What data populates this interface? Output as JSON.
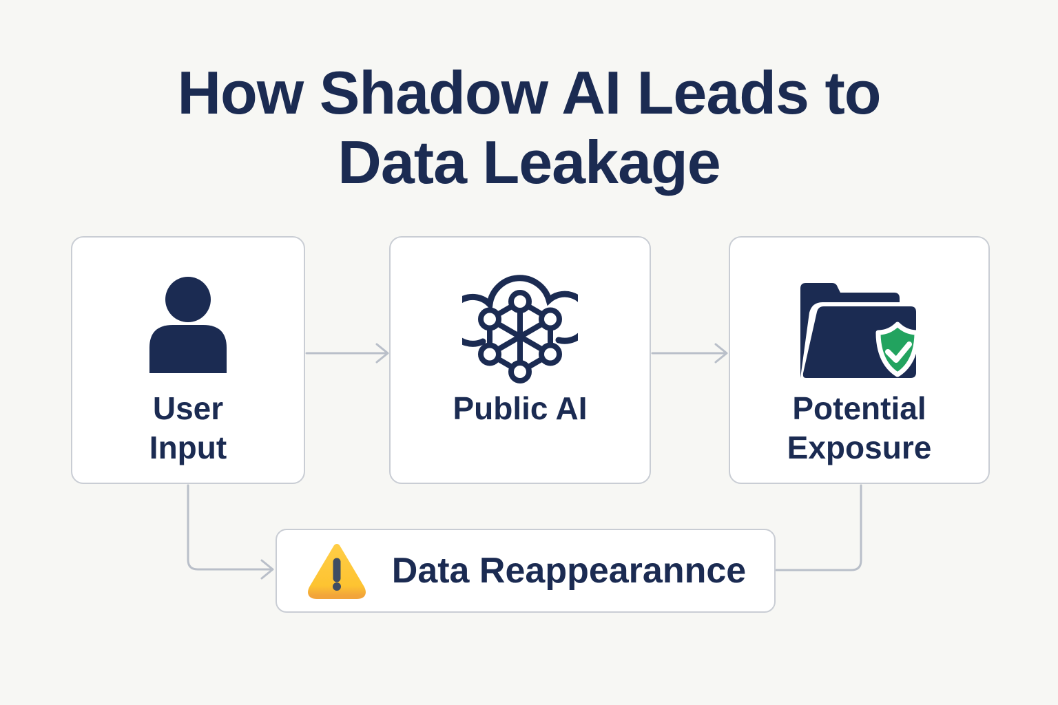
{
  "title": {
    "text": "How Shadow AI Leads to Data Leakage",
    "lines": [
      "How Shadow AI Leads to",
      "Data Leakage"
    ]
  },
  "flow": {
    "nodes": [
      {
        "id": "user-input",
        "label": "User Input",
        "label_lines": [
          "User",
          "Input"
        ],
        "icon": "user-icon"
      },
      {
        "id": "public-ai",
        "label": "Public AI",
        "label_lines": [
          "Public AI"
        ],
        "icon": "cloud-ai-network-icon"
      },
      {
        "id": "potential-exposure",
        "label": "Potential Exposure",
        "label_lines": [
          "Potential",
          "Exposure"
        ],
        "icon": "folder-shield-check-icon"
      }
    ],
    "warning_node": {
      "id": "data-reappearance",
      "label": "Data Reappearannce",
      "icon": "warning-triangle-icon"
    },
    "connections": [
      {
        "from": "User Input",
        "to": "Public AI",
        "style": "arrow"
      },
      {
        "from": "Public AI",
        "to": "Potential Exposure",
        "style": "arrow"
      },
      {
        "from": "User Input",
        "to": "Data Reappearannce",
        "style": "elbow-arrow"
      },
      {
        "from": "Potential Exposure",
        "to": "Data Reappearannce",
        "style": "elbow-line"
      }
    ]
  },
  "colors": {
    "background": "#f7f7f4",
    "navy": "#1b2b52",
    "box_background": "#ffffff",
    "box_border": "#c9cdd4",
    "connector_gray": "#b9bfc9",
    "warning_yellow": "#ffc733",
    "warning_yellow_dark": "#f2a43a",
    "warning_exclamation": "#3f4d63",
    "shield_green": "#22a35f",
    "shield_check": "#ffffff"
  }
}
